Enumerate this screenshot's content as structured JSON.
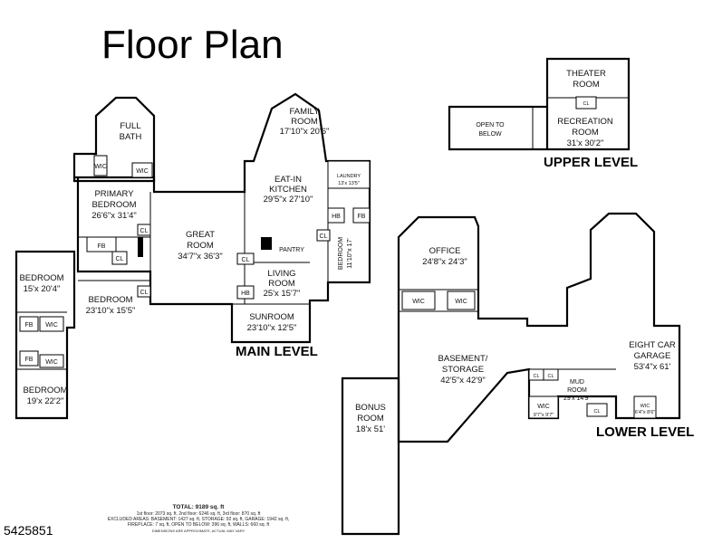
{
  "title": "Floor Plan",
  "levels": {
    "upper": "UPPER LEVEL",
    "main": "MAIN LEVEL",
    "lower": "LOWER LEVEL"
  },
  "rooms": {
    "theater": [
      "THEATER",
      "ROOM"
    ],
    "open_below": [
      "OPEN TO",
      "BELOW"
    ],
    "recreation": [
      "RECREATION",
      "ROOM",
      "31'x 30'2\""
    ],
    "family": [
      "FAMILY",
      "ROOM",
      "17'10\"x 20'6\""
    ],
    "full_bath": [
      "FULL",
      "BATH"
    ],
    "laundry": [
      "LAUNDRY",
      "13'x 13'5\""
    ],
    "kitchen": [
      "EAT-IN",
      "KITCHEN",
      "29'5\"x 27'10\""
    ],
    "primary": [
      "PRIMARY",
      "BEDROOM",
      "26'6\"x 31'4\""
    ],
    "great": [
      "GREAT",
      "ROOM",
      "34'7\"x 36'3\""
    ],
    "pantry": "PANTRY",
    "bedroom_11": [
      "BEDROOM",
      "11'10\"x 17'"
    ],
    "living": [
      "LIVING",
      "ROOM",
      "25'x 15'7\""
    ],
    "sunroom": [
      "SUNROOM",
      "23'10\"x 12'5\""
    ],
    "bedroom_15": [
      "BEDROOM",
      "15'x 20'4\""
    ],
    "bedroom_23": [
      "BEDROOM",
      "23'10\"x 15'5\""
    ],
    "bedroom_19": [
      "BEDROOM",
      "19'x 22'2\""
    ],
    "office": [
      "OFFICE",
      "24'8\"x 24'3\""
    ],
    "basement": [
      "BASEMENT/",
      "STORAGE",
      "42'5\"x 42'9\""
    ],
    "garage": [
      "EIGHT CAR",
      "GARAGE",
      "53'4\"x 61'"
    ],
    "mud": [
      "MUD",
      "ROOM",
      "29'x 14'9\""
    ],
    "wic_lower": [
      "WIC",
      "9'7\"x 9'7\""
    ],
    "wic_garage": [
      "WIC",
      "6'4\"x 8'6\""
    ],
    "bonus": [
      "BONUS",
      "ROOM",
      "18'x 51'"
    ]
  },
  "tags": {
    "cl": "CL",
    "wic": "WIC",
    "fb": "FB",
    "hb": "HB"
  },
  "footer": {
    "total": "TOTAL: 9189 sq. ft",
    "floors": "1st floor: 2073 sq. ft, 2nd floor: 6246 sq. ft, 3rd floor: 870 sq. ft",
    "excluded": "EXCLUDED AREAS: BASEMENT: 1427 sq. ft, STORAGE: 92 sq. ft, GARAGE: 1942 sq. ft,",
    "fireplace": "FIREPLACE: 7 sq. ft, OPEN TO BELOW: 396 sq. ft, WALLS: 660 sq. ft",
    "disclaimer": "DIMENSIONS ARE APPROXIMATE, ACTUAL MAY VARY"
  },
  "listing_id": "5425851"
}
